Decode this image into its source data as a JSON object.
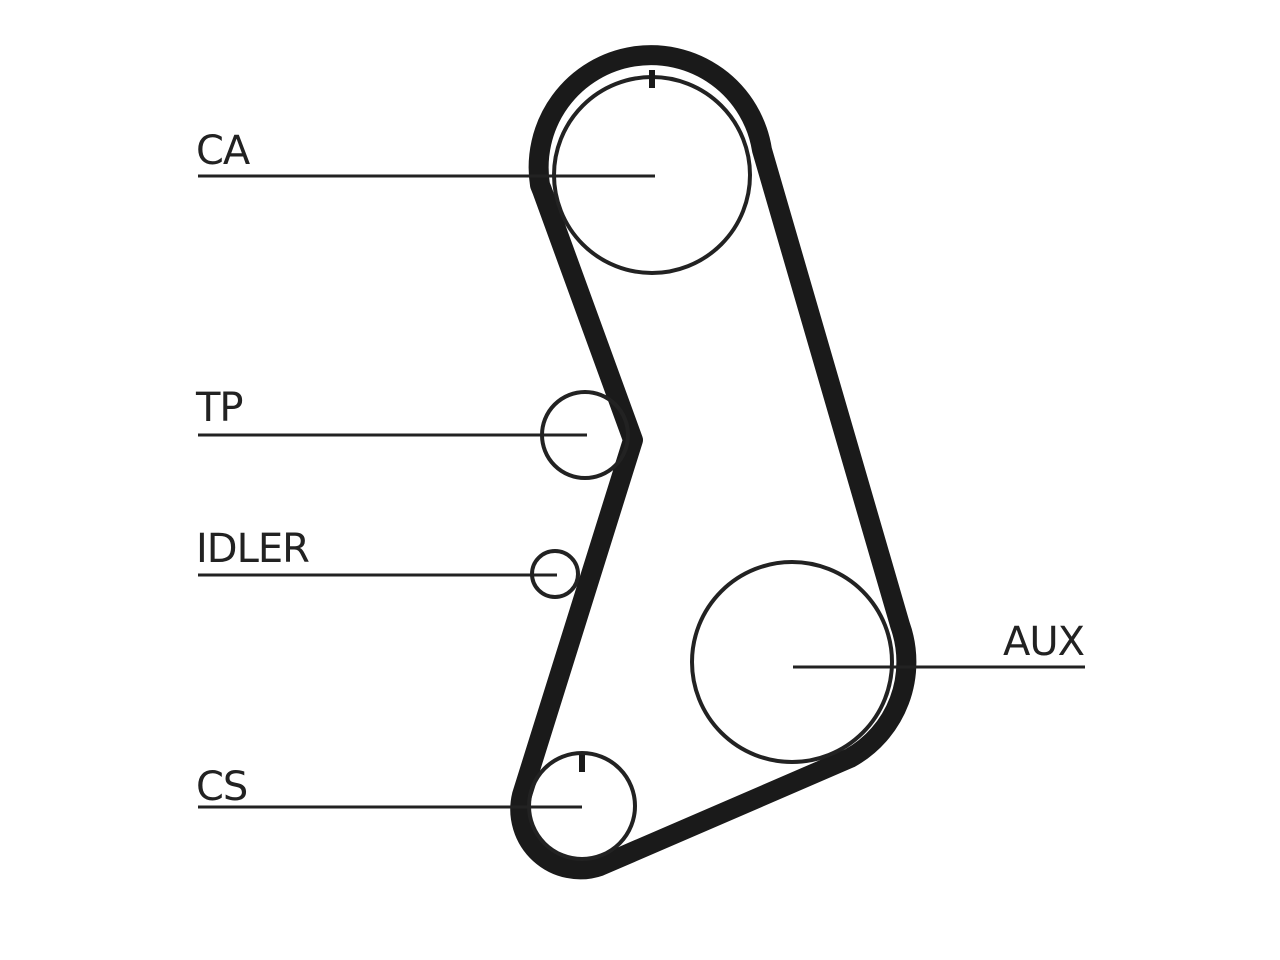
{
  "diagram": {
    "labels": {
      "ca": "CA",
      "tp": "TP",
      "idler": "IDLER",
      "aux": "AUX",
      "cs": "CS"
    },
    "colors": {
      "line": "#222222",
      "belt": "#1a1a1a",
      "background": "#ffffff"
    }
  }
}
